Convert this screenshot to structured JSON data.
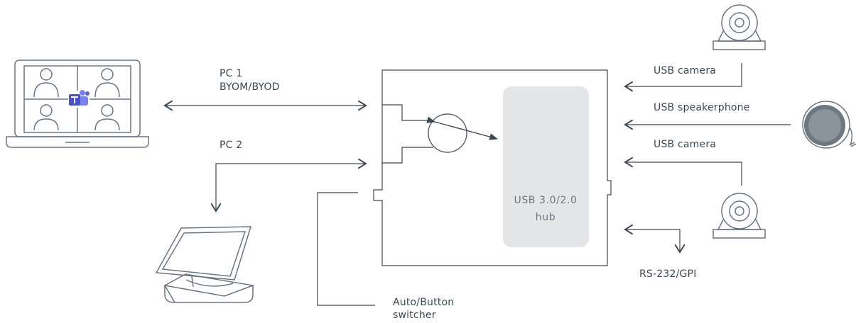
{
  "labels": {
    "pc1_line1": "PC 1",
    "pc1_line2": "BYOM/BYOD",
    "pc2": "PC 2",
    "usb_camera_top": "USB camera",
    "usb_speakerphone": "USB speakerphone",
    "usb_camera_bottom": "USB camera",
    "rs232": "RS-232/GPI",
    "switcher_line1": "Auto/Button",
    "switcher_line2": "switcher",
    "hub_line1": "USB 3.0/2.0",
    "hub_line2": "hub"
  },
  "icons": {
    "laptop": "laptop-video-call-icon",
    "teams": "teams-logo-icon",
    "touch_panel": "touch-panel-icon",
    "camera": "webcam-icon",
    "speakerphone": "speakerphone-icon"
  },
  "colors": {
    "line": "#3d4852",
    "icon_stroke": "#6b7580",
    "hub_fill": "#e3e5e7",
    "teams_purple": "#5b5fc7"
  }
}
